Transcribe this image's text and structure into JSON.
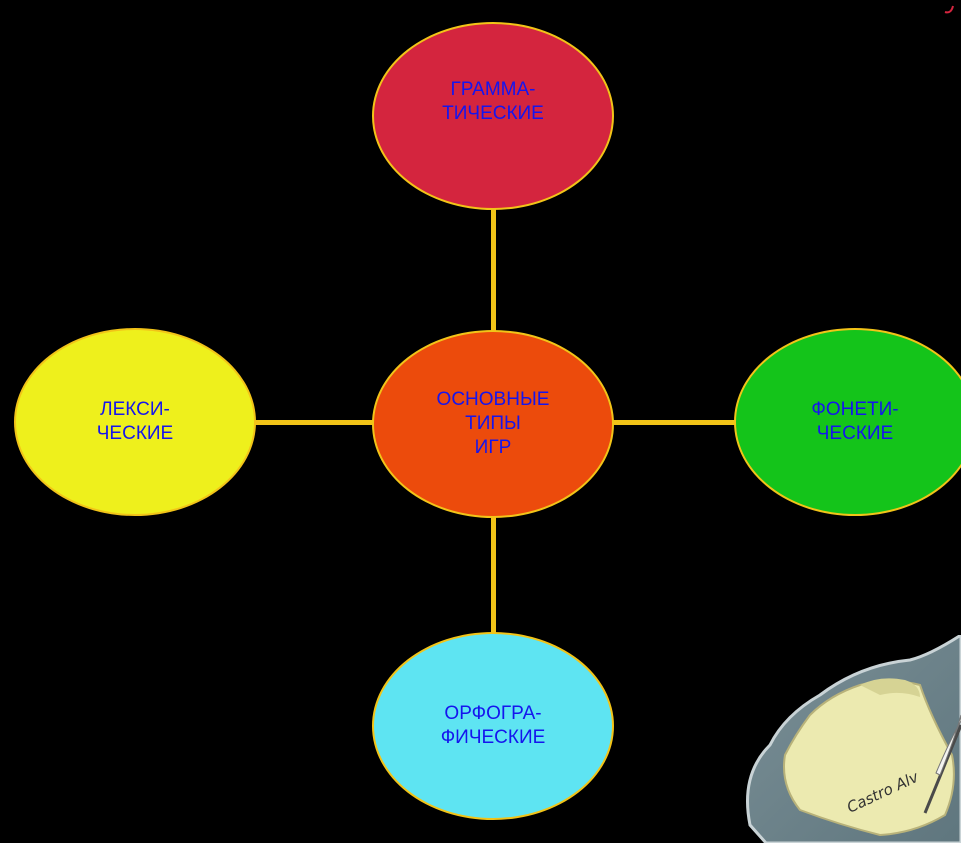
{
  "diagram": {
    "center": {
      "label": "ОСНОВНЫЕ\nТИПЫ\nИГР"
    },
    "nodes": {
      "top": {
        "label": "ГРАММА-\nТИЧЕСКИЕ"
      },
      "left": {
        "label": "ЛЕКСИ-\nЧЕСКИЕ"
      },
      "right": {
        "label": "ФОНЕТИ-\nЧЕСКИЕ"
      },
      "bottom": {
        "label": "ОРФОГРА-\nФИЧЕСКИЕ"
      }
    },
    "colors": {
      "background": "#000000",
      "connector": "#f2c418",
      "label_text": "#1515ee",
      "center_fill": "#ec4b0c",
      "top_fill": "#d4253e",
      "left_fill": "#eef01c",
      "right_fill": "#14c41a",
      "bottom_fill": "#5ee4f2"
    }
  },
  "decoration": {
    "stamp_text": "Castro Alv"
  }
}
